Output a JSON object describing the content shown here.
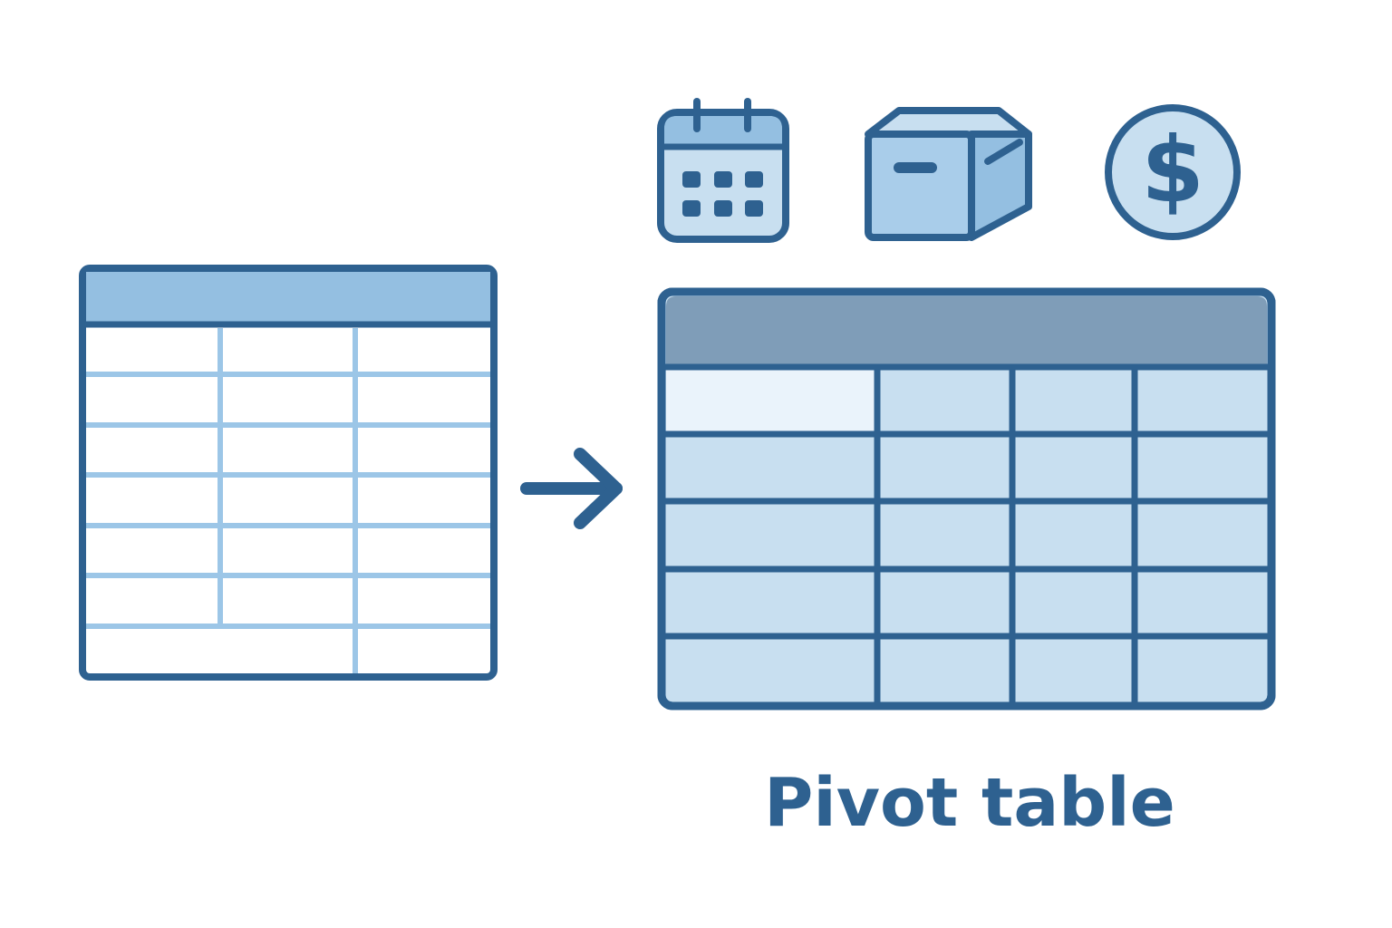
{
  "colors": {
    "stroke": "#2e6190",
    "light_fill": "#c8dff0",
    "header_fill": "#94bfe1",
    "pivot_header_fill": "#7f9db8",
    "highlight_cell": "#eaf3fb",
    "inner_grid": "#9cc6e7",
    "white": "#ffffff"
  },
  "source_table": {
    "rows": 7,
    "columns": 3,
    "icon": "flat-table-icon"
  },
  "pivot_table": {
    "rows": 5,
    "columns": 4,
    "icon": "pivot-grid-icon"
  },
  "dimension_icons": [
    {
      "name": "calendar-icon"
    },
    {
      "name": "box-icon"
    },
    {
      "name": "dollar-icon",
      "glyph": "$"
    }
  ],
  "arrow": {
    "icon": "arrow-right-icon"
  },
  "caption": "Pivot table"
}
